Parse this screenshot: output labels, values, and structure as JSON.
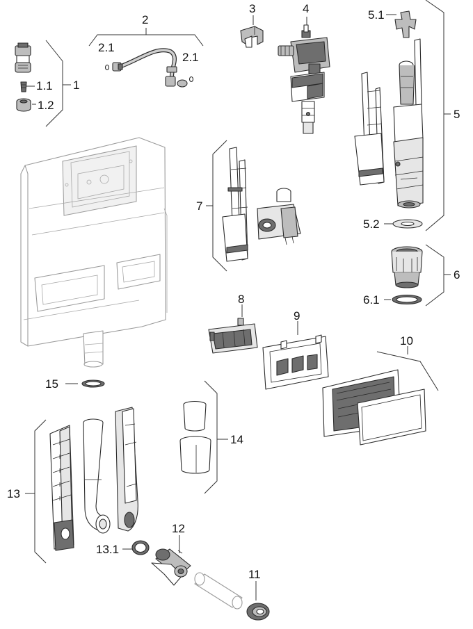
{
  "labels": {
    "l1": "1",
    "l1_1": "1.1",
    "l1_2": "1.2",
    "l2": "2",
    "l2_1a": "2.1",
    "l2_1b": "2.1",
    "l3": "3",
    "l4": "4",
    "l5": "5",
    "l5_1": "5.1",
    "l5_2": "5.2",
    "l6": "6",
    "l6_1": "6.1",
    "l7": "7",
    "l8": "8",
    "l9": "9",
    "l10": "10",
    "l11": "11",
    "l12": "12",
    "l13": "13",
    "l13_1": "13.1",
    "l14": "14",
    "l15": "15"
  },
  "colors": {
    "ink": "#2a2a2a",
    "ghost_outline": "#9a9a9a",
    "mid_grey": "#bdbdbd",
    "dark_grey": "#6e6e6e",
    "light_grey": "#e6e6e6"
  }
}
